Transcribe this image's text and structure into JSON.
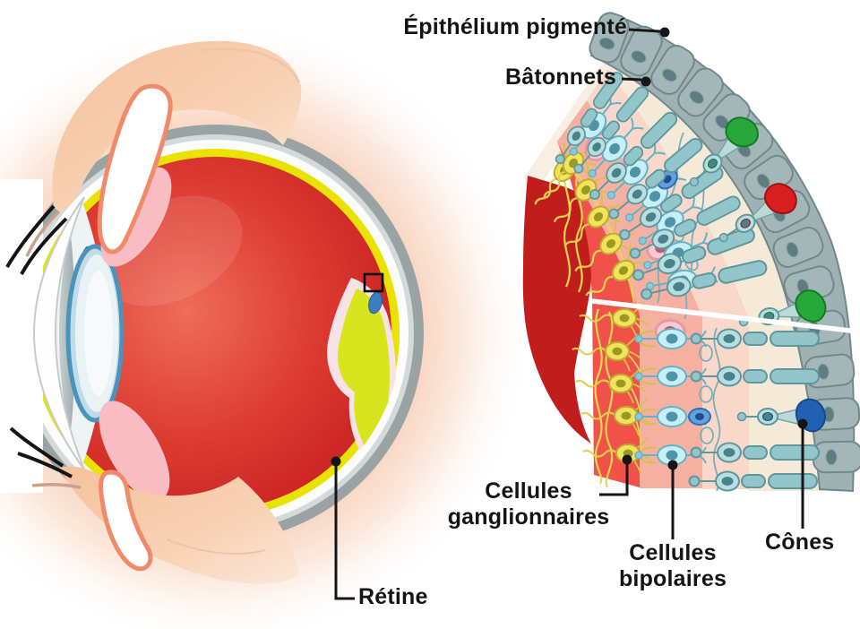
{
  "labels": {
    "pigmented_epithelium": "Épithélium pigmenté",
    "rods": "Bâtonnets",
    "ganglion_cells": {
      "line1": "Cellules",
      "line2": "ganglionnaires"
    },
    "bipolar_cells": {
      "line1": "Cellules",
      "line2": "bipolaires"
    },
    "cones": "Cônes",
    "retina": "Rétine"
  },
  "colors": {
    "eye_red": "#d13028",
    "retina_ring_yellow": "#e9e203",
    "sclera_gray": "#9aa3a3",
    "macula_chartreuse": "#d7e51f",
    "skin_peach": "#f7cba9",
    "eyelid_fold_salmon": "#ef8a6a",
    "lens_blue": "#4a93bd",
    "epithelium_gray": "#9eb1b3",
    "rod_teal": "#93c6cb",
    "bipolar_cyan": "#c6eff7",
    "ganglion_yellow": "#f2e35c",
    "amacrine_pink": "#f9c9d2",
    "cone_green": "#28a73a",
    "cone_red": "#d8201f",
    "cone_blue": "#2161b4",
    "leader_line_black": "#161616"
  }
}
